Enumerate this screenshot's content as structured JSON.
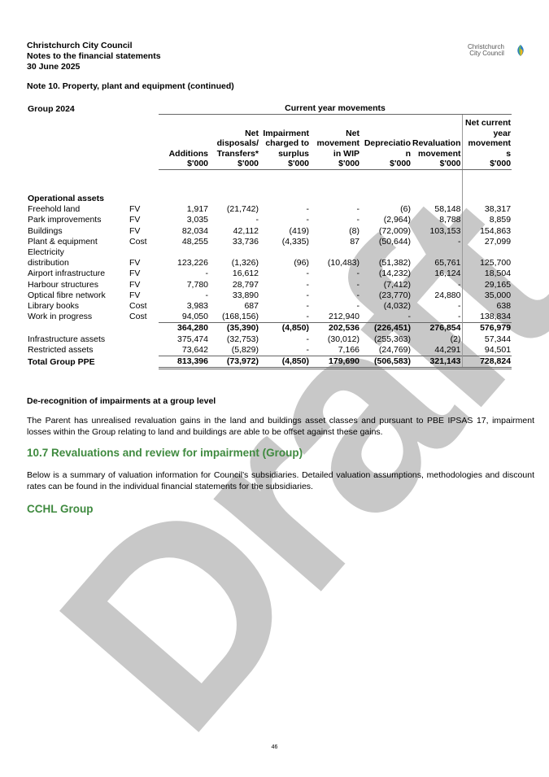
{
  "header": {
    "org": "Christchurch City Council",
    "subtitle": "Notes to the financial statements",
    "date": "30 June 2025"
  },
  "logo": {
    "line1": "Christchurch",
    "line2": "City Council"
  },
  "note_title": "Note 10. Property, plant and equipment (continued)",
  "table": {
    "group_label": "Group 2024",
    "span_header": "Current year movements",
    "columns": [
      {
        "l1": "",
        "l2": "",
        "l3": "Additions",
        "l4": "$'000"
      },
      {
        "l1": "",
        "l2": "Net disposals/",
        "l3": "Transfers*",
        "l4": "$'000"
      },
      {
        "l1": "",
        "l2": "Impairment charged to",
        "l3": "surplus",
        "l4": "$'000"
      },
      {
        "l1": "",
        "l2": "Net movement",
        "l3": "in WIP",
        "l4": "$'000"
      },
      {
        "l1": "",
        "l2": "Depreciatio",
        "l3": "n",
        "l4": "$'000"
      },
      {
        "l1": "",
        "l2": "Revaluation",
        "l3": "movement",
        "l4": "$'000"
      },
      {
        "l1": "Net current year",
        "l2": "movement",
        "l3": "s",
        "l4": "$'000"
      }
    ],
    "section": "Operational assets",
    "rows": [
      {
        "label": "Freehold land",
        "basis": "FV",
        "v": [
          "1,917",
          "(21,742)",
          "-",
          "-",
          "(6)",
          "58,148",
          "38,317"
        ]
      },
      {
        "label": "Park improvements",
        "basis": "FV",
        "v": [
          "3,035",
          "-",
          "-",
          "-",
          "(2,964)",
          "8,788",
          "8,859"
        ]
      },
      {
        "label": "Buildings",
        "basis": "FV",
        "v": [
          "82,034",
          "42,112",
          "(419)",
          "(8)",
          "(72,009)",
          "103,153",
          "154,863"
        ]
      },
      {
        "label": "Plant & equipment",
        "basis": "Cost",
        "v": [
          "48,255",
          "33,736",
          "(4,335)",
          "87",
          "(50,644)",
          "-",
          "27,099"
        ]
      },
      {
        "label": "Electricity",
        "basis": "",
        "v": [
          "",
          "",
          "",
          "",
          "",
          "",
          ""
        ]
      },
      {
        "label": "distribution",
        "basis": "FV",
        "v": [
          "123,226",
          "(1,326)",
          "(96)",
          "(10,483)",
          "(51,382)",
          "65,761",
          "125,700"
        ]
      },
      {
        "label": "Airport infrastructure",
        "basis": "FV",
        "v": [
          "-",
          "16,612",
          "-",
          "-",
          "(14,232)",
          "16,124",
          "18,504"
        ]
      },
      {
        "label": "Harbour structures",
        "basis": "FV",
        "v": [
          "7,780",
          "28,797",
          "-",
          "-",
          "(7,412)",
          "-",
          "29,165"
        ]
      },
      {
        "label": "Optical fibre network",
        "basis": "FV",
        "v": [
          "-",
          "33,890",
          "-",
          "-",
          "(23,770)",
          "24,880",
          "35,000"
        ]
      },
      {
        "label": "Library books",
        "basis": "Cost",
        "v": [
          "3,983",
          "687",
          "-",
          "-",
          "(4,032)",
          "-",
          "638"
        ]
      },
      {
        "label": "Work in progress",
        "basis": "Cost",
        "v": [
          "94,050",
          "(168,156)",
          "-",
          "212,940",
          "-",
          "-",
          "138,834"
        ]
      }
    ],
    "subtotal": [
      "364,280",
      "(35,390)",
      "(4,850)",
      "202,536",
      "(226,451)",
      "276,854",
      "576,979"
    ],
    "other_rows": [
      {
        "label": "Infrastructure assets",
        "v": [
          "375,474",
          "(32,753)",
          "-",
          "(30,012)",
          "(255,363)",
          "(2)",
          "57,344"
        ]
      },
      {
        "label": "Restricted assets",
        "v": [
          "73,642",
          "(5,829)",
          "-",
          "7,166",
          "(24,769)",
          "44,291",
          "94,501"
        ]
      }
    ],
    "total": {
      "label": "Total Group PPE",
      "v": [
        "813,396",
        "(73,972)",
        "(4,850)",
        "179,690",
        "(506,583)",
        "321,143",
        "728,824"
      ]
    }
  },
  "derecog_title": "De-recognition of impairments at a group level",
  "derecog_text": "The Parent has unrealised revaluation gains in the land and buildings asset classes and pursuant to PBE IPSAS 17, impairment losses within the Group relating to land and buildings are able to be offset against these gains.",
  "section_107": "10.7 Revaluations and review for impairment (Group)",
  "section_107_text": "Below is a summary of valuation information for Council’s subsidiaries. Detailed valuation assumptions, methodologies and discount rates can be found in the individual financial statements for the subsidiaries.",
  "section_cchl": "CCHL Group",
  "watermark": "Draft",
  "page_number": "46"
}
